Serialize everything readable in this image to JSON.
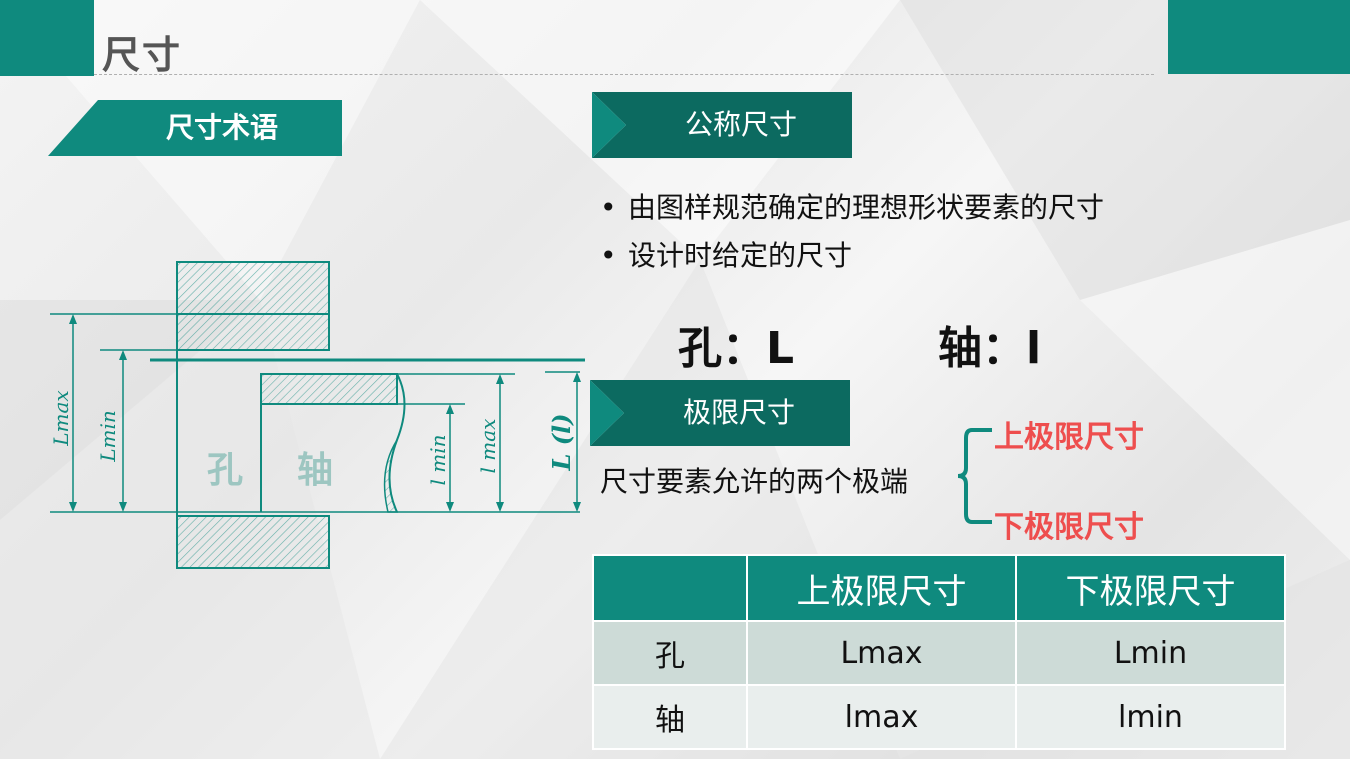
{
  "title": "尺寸",
  "section_tab": "尺寸术语",
  "nominal": {
    "tab": "公称尺寸",
    "bullets": [
      "由图样规范确定的理想形状要素的尺寸",
      "设计时给定的尺寸"
    ],
    "hole": "孔：L",
    "shaft": "轴：l"
  },
  "limits": {
    "tab": "极限尺寸",
    "desc": "尺寸要素允许的两个极端",
    "upper": "上极限尺寸",
    "lower": "下极限尺寸"
  },
  "diagram": {
    "hole": "孔",
    "shaft": "轴",
    "l_max_hole": "Lmax",
    "l_min_hole": "Lmin",
    "l_min_shaft": "l min",
    "l_max_shaft": "l max",
    "nominal": "L (l)"
  },
  "table": {
    "headers": [
      "",
      "上极限尺寸",
      "下极限尺寸"
    ],
    "rows": [
      [
        "孔",
        "Lmax",
        "Lmin"
      ],
      [
        "轴",
        "lmax",
        "lmin"
      ]
    ]
  },
  "colors": {
    "accent": "#0f8a7e",
    "dark": "#0c6a60",
    "red": "#ee4e4e"
  }
}
